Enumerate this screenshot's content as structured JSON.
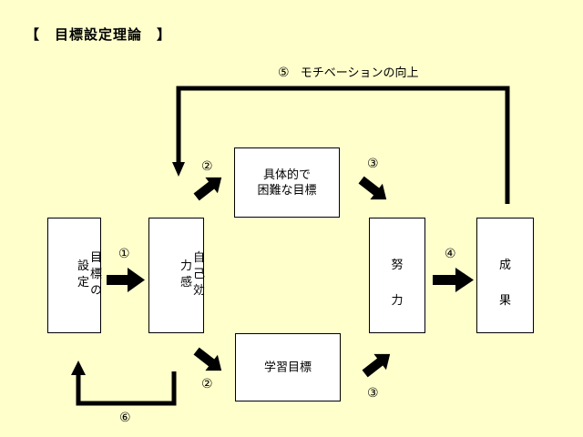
{
  "title": "【　目標設定理論　】",
  "boxes": {
    "goal_setting": "目標の設定",
    "self_efficacy": "自己効力感",
    "specific_goal_line1": "具体的で",
    "specific_goal_line2": "困難な目標",
    "learning_goal": "学習目標",
    "effort_char1": "努",
    "effort_char2": "力",
    "result_char1": "成",
    "result_char2": "果"
  },
  "labels": {
    "n1": "①",
    "n2a": "②",
    "n2b": "②",
    "n3a": "③",
    "n3b": "③",
    "n4": "④",
    "n5": "⑤",
    "n5_text": "モチベーションの向上",
    "n6": "⑥"
  }
}
